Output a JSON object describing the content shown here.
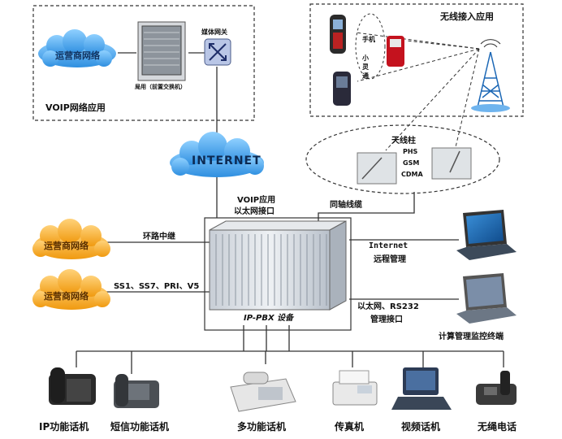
{
  "voip_section": {
    "carrier_cloud": "运营商网络",
    "switch_label": "局用（前置交换机）",
    "gateway_label": "媒体网关",
    "title": "VOIP网络应用"
  },
  "wireless_section": {
    "title": "无线接入应用",
    "phone_label_1": "手机",
    "phone_label_2": "小灵通",
    "antenna_title": "天线柱",
    "antenna_types": [
      "PHS",
      "GSM",
      "CDMA"
    ]
  },
  "internet_cloud": "INTERNET",
  "links": {
    "voip_ethernet_1": "VOIP应用",
    "voip_ethernet_2": "以太网接口",
    "coax": "同轴线缆",
    "loop_trunk": "环路中继",
    "signaling": "SS1、SS7、PRI、V5",
    "internet_mgmt_1": "Internet",
    "internet_mgmt_2": "远程管理",
    "ethernet_mgmt_1": "以太网、RS232",
    "ethernet_mgmt_2": "管理接口",
    "monitor_terminal": "计算管理监控终端"
  },
  "left_clouds": [
    "运营商网络",
    "运营商网络"
  ],
  "pbx_label": "IP-PBX 设备",
  "terminals": [
    "IP功能话机",
    "短信功能话机",
    "多功能话机",
    "传真机",
    "视频话机",
    "无绳电话"
  ]
}
